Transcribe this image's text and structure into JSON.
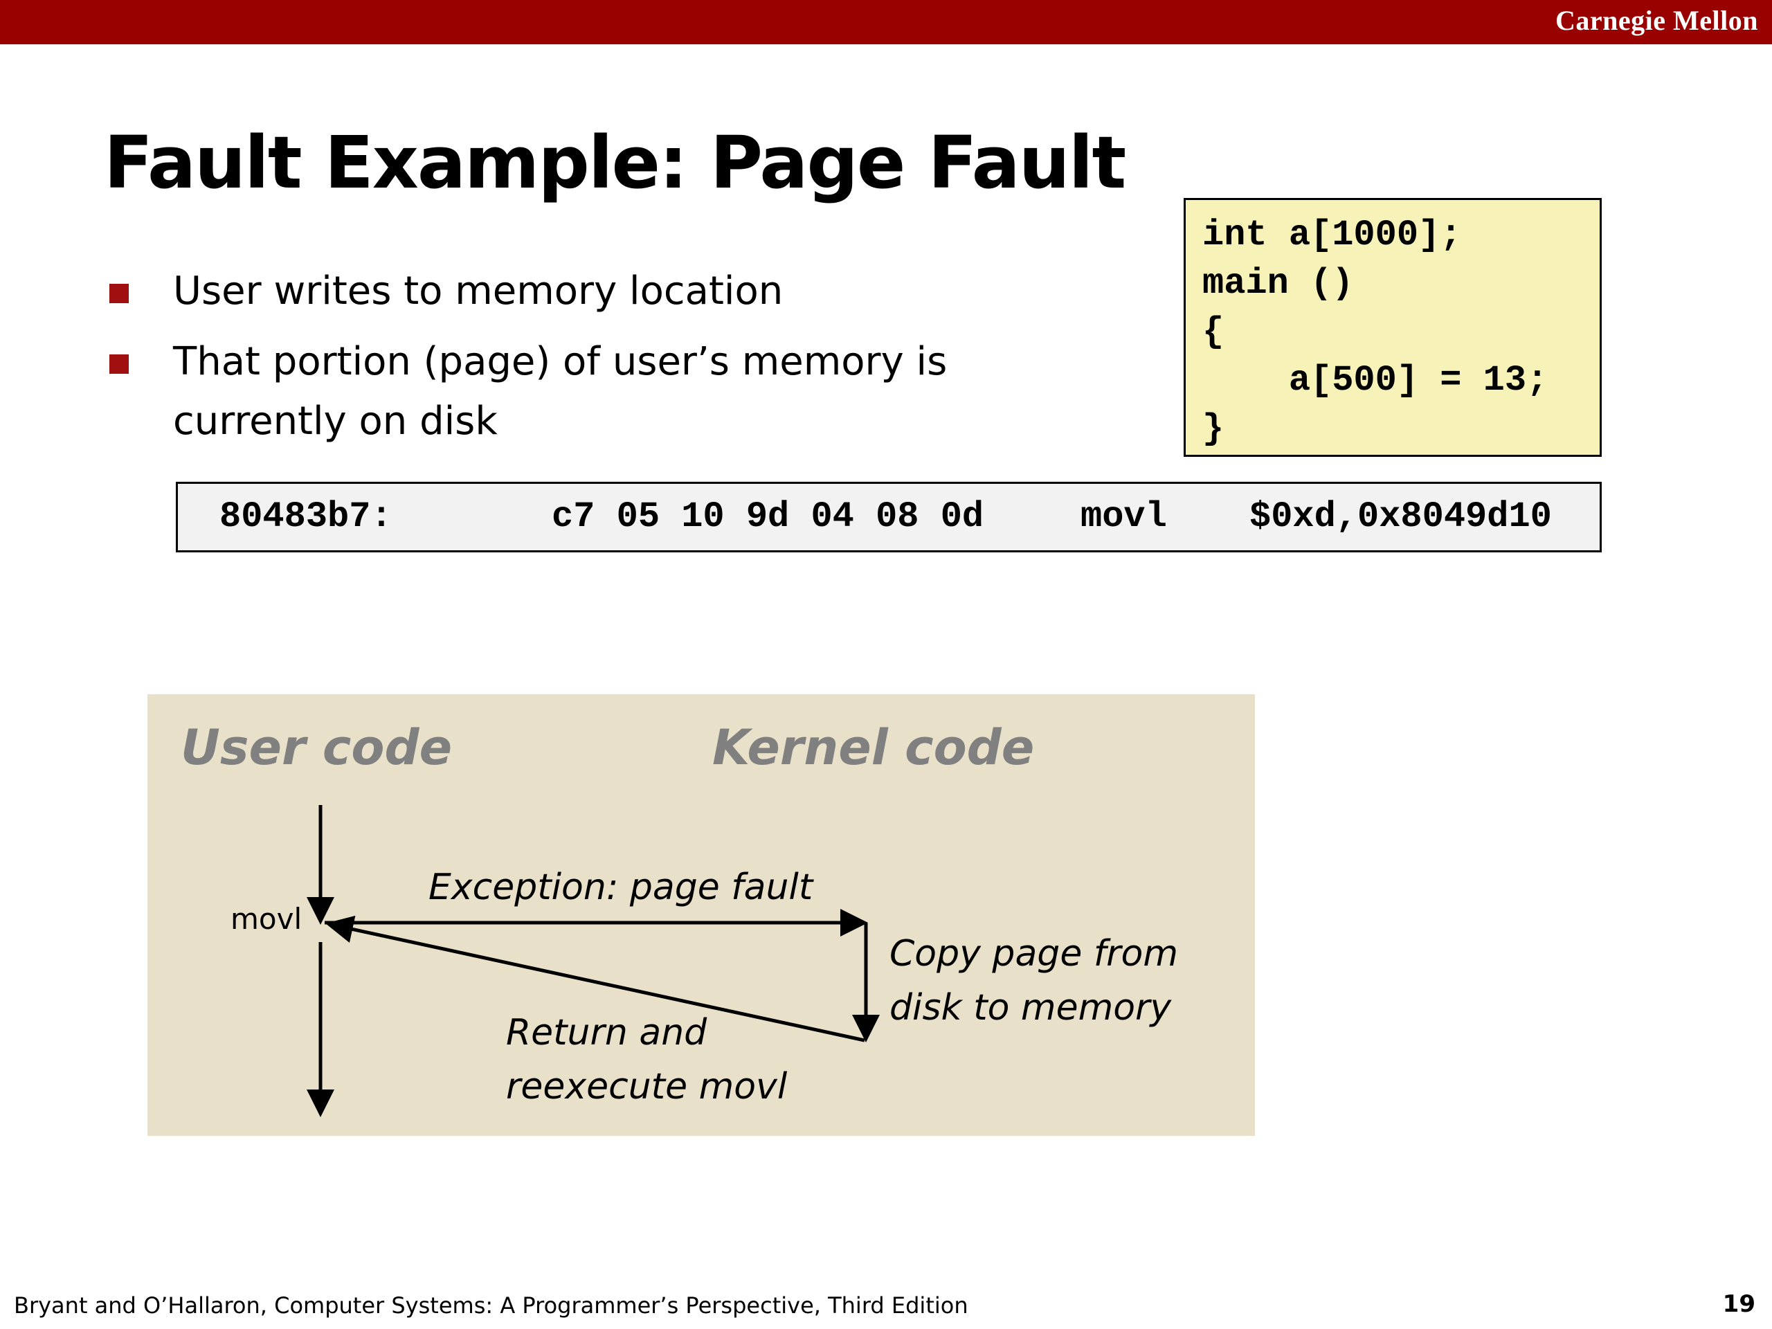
{
  "header": {
    "brand": "Carnegie Mellon"
  },
  "slide": {
    "title": "Fault Example: Page Fault",
    "bullets": [
      "User writes to memory location",
      "That portion (page) of user’s memory is currently on disk"
    ]
  },
  "code_box": {
    "lines": [
      "int a[1000];",
      "main ()",
      "{",
      "    a[500] = 13;",
      "}"
    ]
  },
  "asm_line": {
    "address": "80483b7:",
    "bytes": "c7 05 10 9d 04 08 0d",
    "mnemonic": "movl",
    "operands": "$0xd,0x8049d10"
  },
  "diagram": {
    "user_heading": "User code",
    "kernel_heading": "Kernel code",
    "instruction_label": "movl",
    "exception_label": "Exception: page fault",
    "handler_label": [
      "Copy page from",
      "disk to memory"
    ],
    "return_label": [
      "Return and",
      "reexecute movl"
    ]
  },
  "footer": {
    "citation": "Bryant and O’Hallaron, Computer Systems: A Programmer’s Perspective, Third Edition",
    "page_number": "19"
  },
  "colors": {
    "brand_bar": "#990000",
    "bullet": "#a01010",
    "code_box_bg": "#f7f3b8",
    "diagram_bg": "#e8e0c8",
    "diagram_heading": "#808080"
  }
}
